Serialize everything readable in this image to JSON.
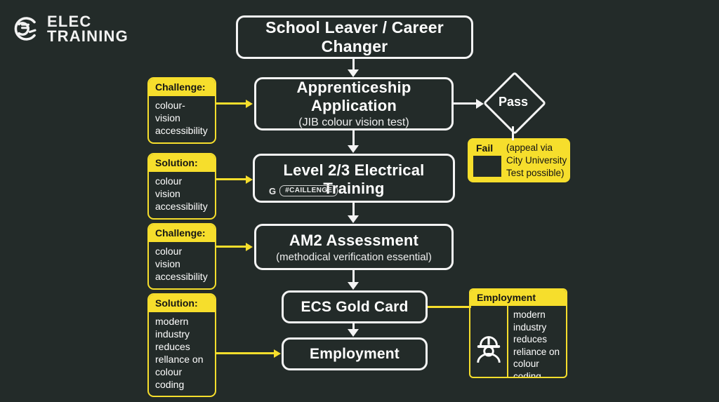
{
  "logo": {
    "line1": "ELEC",
    "line2": "TRAINING",
    "icon": "plug-circle-icon"
  },
  "colors": {
    "background": "#232b29",
    "accent_yellow": "#f6de2c",
    "node_stroke": "#f4f4f4",
    "text_light": "#ffffff",
    "text_dark": "#151515"
  },
  "flow": {
    "school": {
      "title": "School Leaver / Career Changer"
    },
    "apprenticeship": {
      "title": "Apprenticeship Application",
      "subtitle": "(JIB colour vision test)"
    },
    "level": {
      "title": "Level 2/3 Electrical Training",
      "badge_glyph": "G",
      "badge_label": "#CAILLENGE"
    },
    "am2": {
      "title": "AM2 Assessment",
      "subtitle": "(methodical verification essential)"
    },
    "ecs": {
      "title": "ECS Gold Card"
    },
    "employment": {
      "title": "Employment"
    },
    "pass": {
      "label": "Pass"
    }
  },
  "fail": {
    "label": "Fail",
    "note": "(appeal via City University Test possible)"
  },
  "callouts": [
    {
      "head": "Challenge:",
      "body": "colour-vision accessibility"
    },
    {
      "head": "Solution:",
      "body": "colour vision accessibility"
    },
    {
      "head": "Challenge:",
      "body": "colour vision accessibility"
    },
    {
      "head": "Solution:",
      "body": "modern industry reduces rellance on colour coding"
    }
  ],
  "employment_panel": {
    "head": "Employment",
    "body": "modern industry reduces reliance on colour coding",
    "icon": "worker-hardhat-icon"
  }
}
